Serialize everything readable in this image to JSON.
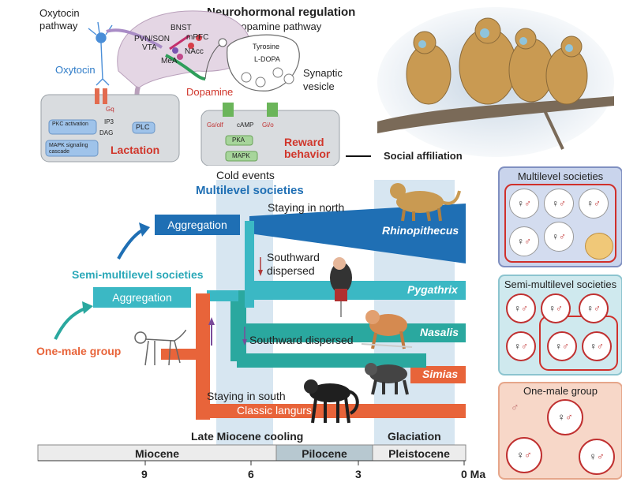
{
  "neuro": {
    "title": "Neurohormonal regulation",
    "oxytocin_pathway": "Oxytocin pathway",
    "dopamine_pathway": "Dopamine pathway",
    "oxytocin": "Oxytocin",
    "dopamine": "Dopamine",
    "synaptic_vesicle": "Synaptic vesicle",
    "lactation": "Lactation",
    "reward_behavior": "Reward behavior",
    "social_affiliation": "Social affiliation",
    "brain_regions": [
      "PVN/SON",
      "VTA",
      "BNST",
      "mPFC",
      "NAcc",
      "MeA"
    ],
    "cell_labels": {
      "tyrosine": "Tyrosine",
      "dopa": "L-DOPA",
      "pkc": "PKC activation",
      "mapk_cascade": "MAPK signaling cascade",
      "plc": "PLC",
      "gq": "Gq",
      "dag": "DAG",
      "ip3": "IP3",
      "gs": "Gs/olf",
      "camp": "cAMP",
      "gi": "Gi/o",
      "pka": "PKA",
      "mapk": "MAPK"
    }
  },
  "timeline": {
    "cold_events": "Cold events",
    "multilevel": "Multilevel societies",
    "semi_multilevel": "Semi-multilevel societies",
    "one_male": "One-male group",
    "aggregation": "Aggregation",
    "staying_north": "Staying in north",
    "southward_dispersed_1": "Southward dispersed",
    "southward_dispersed_2": "Southward dispersed",
    "staying_south": "Staying in south",
    "late_miocene": "Late Miocene cooling",
    "glaciation": "Glaciation",
    "epochs": [
      "Miocene",
      "Pilocene",
      "Pleistocene"
    ],
    "ticks": [
      "9",
      "6",
      "3",
      "0 Ma"
    ],
    "lineages": [
      {
        "name": "Rhinopithecus",
        "color": "#1f6fb4"
      },
      {
        "name": "Pygathrix",
        "color": "#3bb8c4"
      },
      {
        "name": "Nasalis",
        "color": "#2aa89f"
      },
      {
        "name": "Simias",
        "color": "#e8643a"
      },
      {
        "name": "Classic langurs",
        "color": "#e8643a"
      }
    ]
  },
  "social_panels": [
    {
      "title": "Multilevel societies",
      "bg": "#c9d4ec",
      "border": "#7f8fc0"
    },
    {
      "title": "Semi-multilevel societies",
      "bg": "#cfe9ee",
      "border": "#8cc4cf"
    },
    {
      "title": "One-male group",
      "bg": "#f7d7c8",
      "border": "#e6a68a"
    }
  ],
  "symbols": {
    "female": "♀",
    "male": "♂"
  }
}
